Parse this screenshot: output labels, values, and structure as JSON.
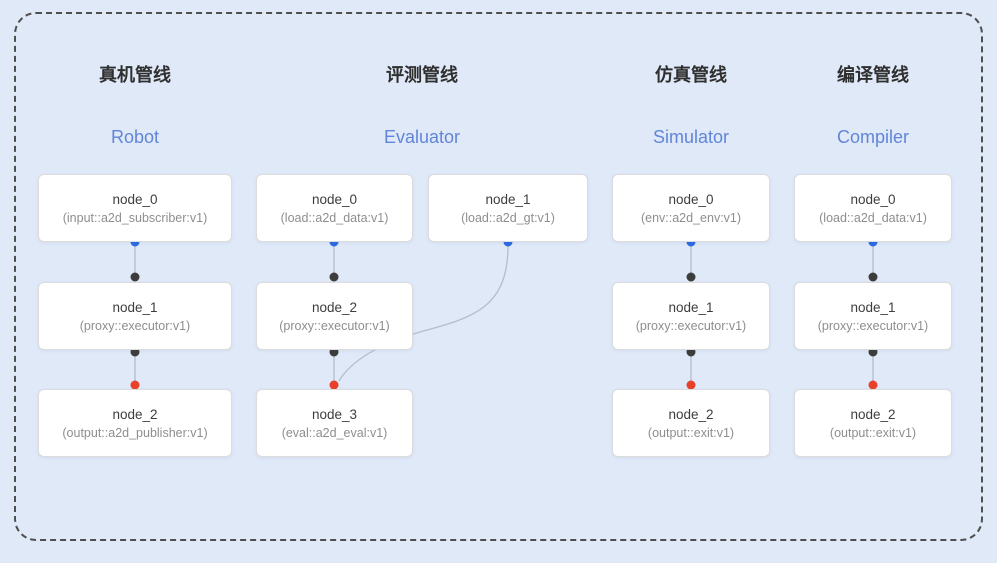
{
  "colors": {
    "background": "#dfe9f8",
    "frame_border": "#4f4f4f",
    "title_en": "#6285d8",
    "edge": "#b3bdcf",
    "port_output_blue": "#2d6ae3",
    "port_input_black": "#3d3d3d",
    "port_final_red": "#e8402a"
  },
  "pipelines": [
    {
      "title_zh": "真机管线",
      "title_en": "Robot",
      "nodes": [
        {
          "name": "node_0",
          "type": "(input::a2d_subscriber:v1)"
        },
        {
          "name": "node_1",
          "type": "(proxy::executor:v1)"
        },
        {
          "name": "node_2",
          "type": "(output::a2d_publisher:v1)"
        }
      ]
    },
    {
      "title_zh": "评测管线",
      "title_en": "Evaluator",
      "nodes": [
        {
          "name": "node_0",
          "type": "(load::a2d_data:v1)"
        },
        {
          "name": "node_1",
          "type": "(load::a2d_gt:v1)"
        },
        {
          "name": "node_2",
          "type": "(proxy::executor:v1)"
        },
        {
          "name": "node_3",
          "type": "(eval::a2d_eval:v1)"
        }
      ]
    },
    {
      "title_zh": "仿真管线",
      "title_en": "Simulator",
      "nodes": [
        {
          "name": "node_0",
          "type": "(env::a2d_env:v1)"
        },
        {
          "name": "node_1",
          "type": "(proxy::executor:v1)"
        },
        {
          "name": "node_2",
          "type": "(output::exit:v1)"
        }
      ]
    },
    {
      "title_zh": "编译管线",
      "title_en": "Compiler",
      "nodes": [
        {
          "name": "node_0",
          "type": "(load::a2d_data:v1)"
        },
        {
          "name": "node_1",
          "type": "(proxy::executor:v1)"
        },
        {
          "name": "node_2",
          "type": "(output::exit:v1)"
        }
      ]
    }
  ]
}
